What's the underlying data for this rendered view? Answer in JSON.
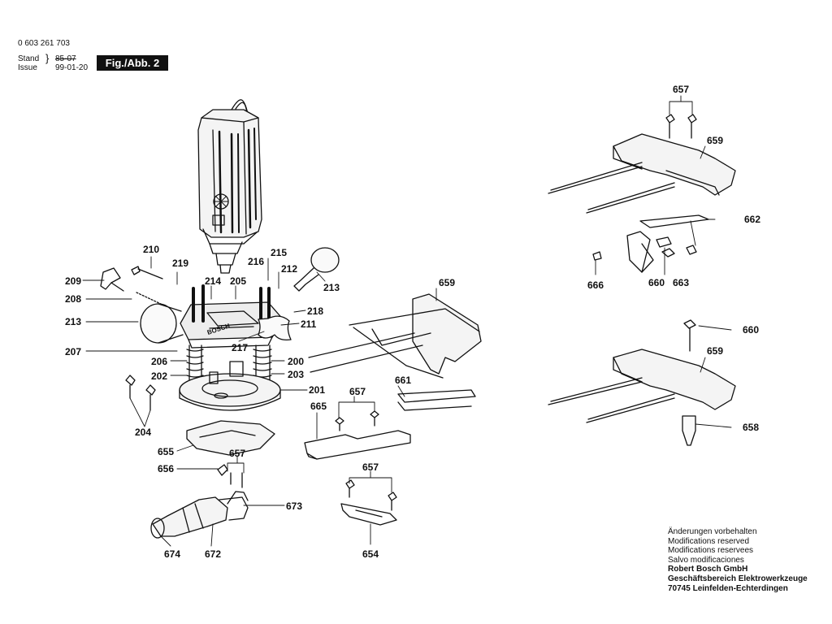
{
  "header": {
    "part_number": "0 603 261 703",
    "stand_label": "Stand",
    "issue_label": "Issue",
    "stand_value": "85-07",
    "issue_value": "99-01-20",
    "figure": "Fig./Abb. 2"
  },
  "diagram": {
    "brand_marking": "BOSCH",
    "callouts": [
      "657",
      "659",
      "662",
      "666",
      "660",
      "663",
      "660",
      "659",
      "658",
      "210",
      "219",
      "215",
      "216",
      "212",
      "209",
      "214",
      "205",
      "208",
      "213",
      "218",
      "213",
      "211",
      "217",
      "207",
      "206",
      "200",
      "202",
      "203",
      "201",
      "659",
      "657",
      "661",
      "665",
      "204",
      "655",
      "657",
      "656",
      "673",
      "657",
      "674",
      "672",
      "654"
    ]
  },
  "footer": {
    "lines": [
      "Änderungen vorbehalten",
      "Modifications reserved",
      "Modifications reservees",
      "Salvo modificaciones"
    ],
    "company": "Robert Bosch GmbH",
    "division": "Geschäftsbereich Elektrowerkzeuge",
    "address": "70745 Leinfelden-Echterdingen"
  }
}
